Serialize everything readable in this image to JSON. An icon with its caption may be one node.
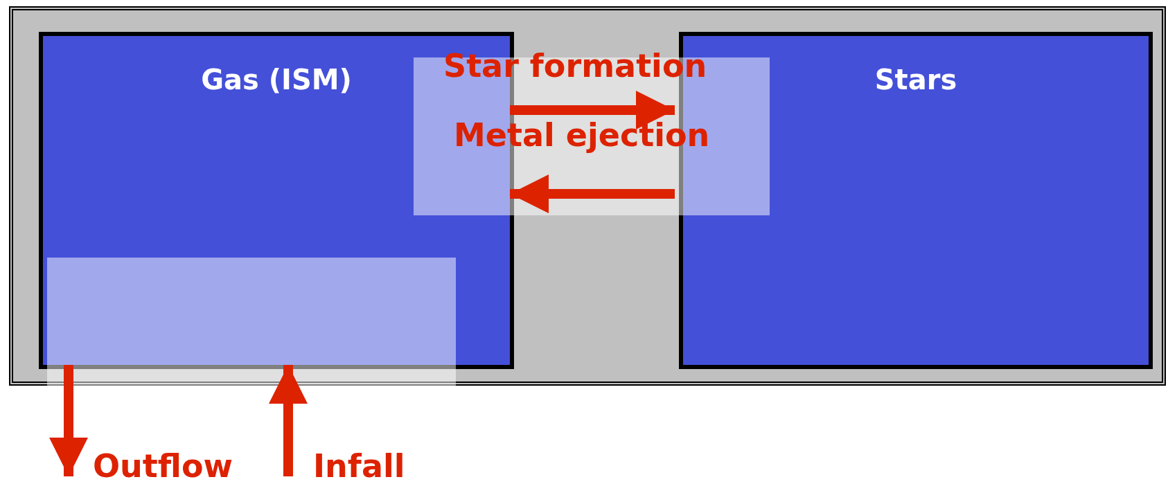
{
  "diagram": {
    "nodes": [
      {
        "text": [],
        "shape": "box"
      },
      {
        "text": [
          "Gas (ISM)"
        ],
        "in": 0
      },
      {
        "text": [
          "Stars"
        ],
        "in": 0
      }
    ],
    "edges": [
      {
        "from": 1,
        "to": 2,
        "arrow": "to",
        "label": "Star formation"
      },
      {
        "from": 2,
        "to": 1,
        "arrow": "to",
        "label": "Metal ejection"
      },
      {
        "from": 1,
        "to": null,
        "arrow": "to",
        "label": "Outflow"
      },
      {
        "from": null,
        "to": 1,
        "arrow": "to",
        "label": "Infall"
      }
    ]
  }
}
